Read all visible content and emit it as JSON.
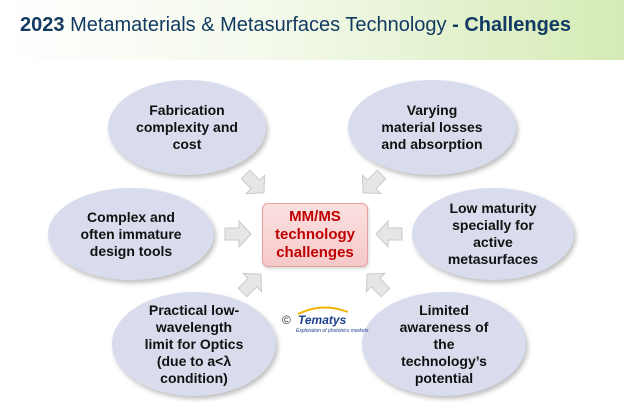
{
  "title": {
    "year": "2023",
    "main": "Metamaterials & Metasurfaces Technology",
    "sep": "-",
    "emph": "Challenges"
  },
  "center": [
    "MM/MS",
    "technology",
    "challenges"
  ],
  "challenges": [
    {
      "lines": [
        "Fabrication",
        "complexity and",
        "cost"
      ]
    },
    {
      "lines": [
        "Varying",
        "material losses",
        "and absorption"
      ]
    },
    {
      "lines": [
        "Complex and",
        "often immature",
        "design tools"
      ]
    },
    {
      "lines": [
        "Low maturity",
        "specially for",
        "active",
        "metasurfaces"
      ]
    },
    {
      "lines": [
        "Practical low-",
        "wavelength",
        "limit for Optics",
        "(due to a<λ",
        "condition)"
      ]
    },
    {
      "lines": [
        "Limited",
        "awareness of",
        "the",
        "technology’s",
        "potential"
      ]
    }
  ],
  "logo": {
    "copyright": "©",
    "name": "Tematys",
    "tagline": "Exploration of photonics markets"
  }
}
